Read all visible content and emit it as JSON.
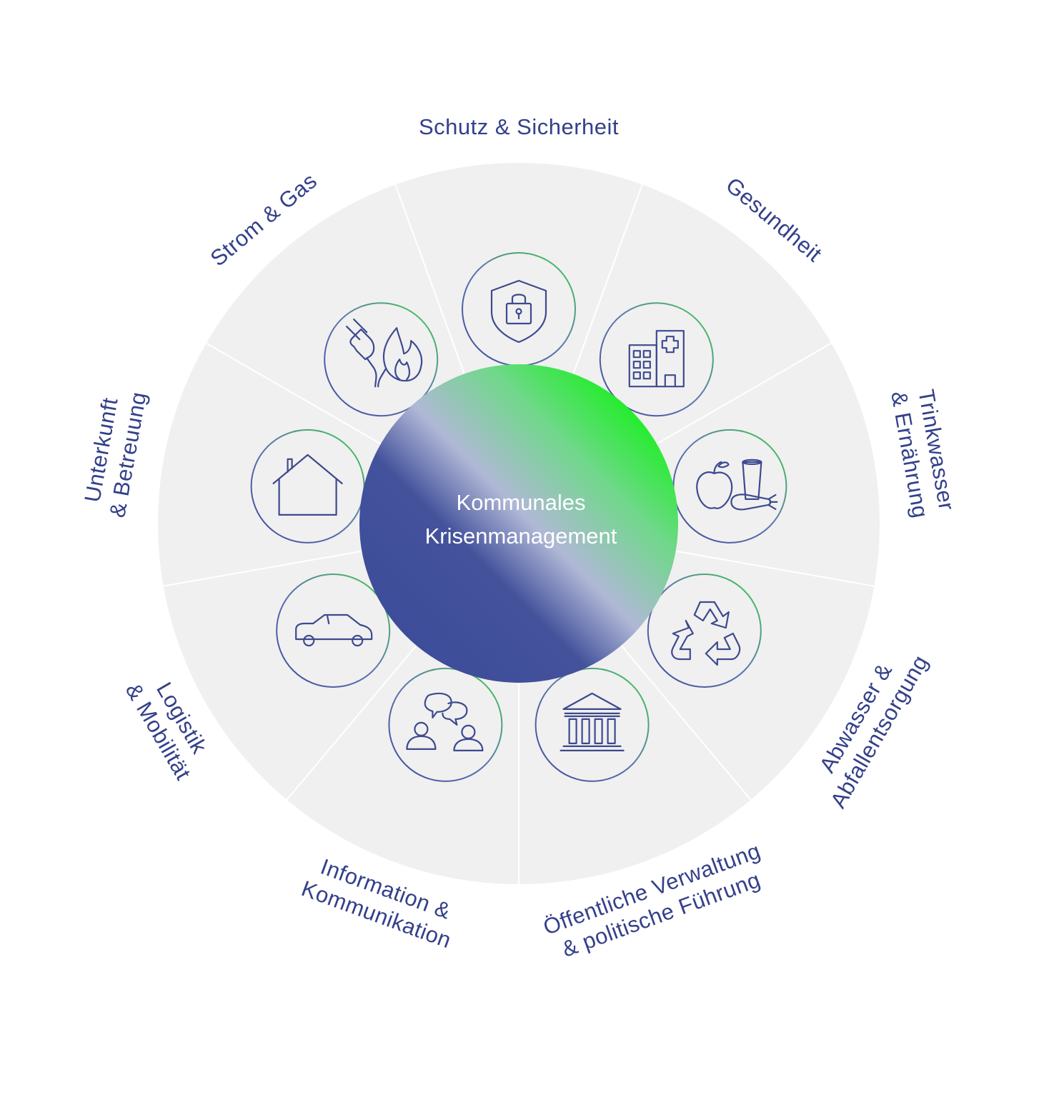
{
  "center": {
    "line1": "Kommunales",
    "line2": "Krisenmanagement"
  },
  "segments": [
    {
      "icon": "lock-shield-icon",
      "lines": [
        "Schutz & Sicherheit"
      ]
    },
    {
      "icon": "hospital-icon",
      "lines": [
        "Gesundheit"
      ]
    },
    {
      "icon": "food-drink-icon",
      "lines": [
        "Trinkwasser",
        "& Ernährung"
      ]
    },
    {
      "icon": "recycle-icon",
      "lines": [
        "Abwasser &",
        "Abfallentsorgung"
      ]
    },
    {
      "icon": "government-building-icon",
      "lines": [
        "Öffentliche Verwaltung",
        "& politische Führung"
      ]
    },
    {
      "icon": "conversation-icon",
      "lines": [
        "Information &",
        "Kommunikation"
      ]
    },
    {
      "icon": "car-icon",
      "lines": [
        "Logistik",
        "& Mobilität"
      ]
    },
    {
      "icon": "house-icon",
      "lines": [
        "Unterkunft",
        "& Betreuung"
      ]
    },
    {
      "icon": "plug-flame-icon",
      "lines": [
        "Strom & Gas"
      ]
    }
  ],
  "colors": {
    "ring": "#f0f0f0",
    "divider": "#ffffff",
    "text": "#34408a",
    "icon_stroke": "#3d4a8f",
    "gradient_blue": "#3a4a98",
    "gradient_light": "#b0b8d6",
    "gradient_green": "#19f01e"
  }
}
